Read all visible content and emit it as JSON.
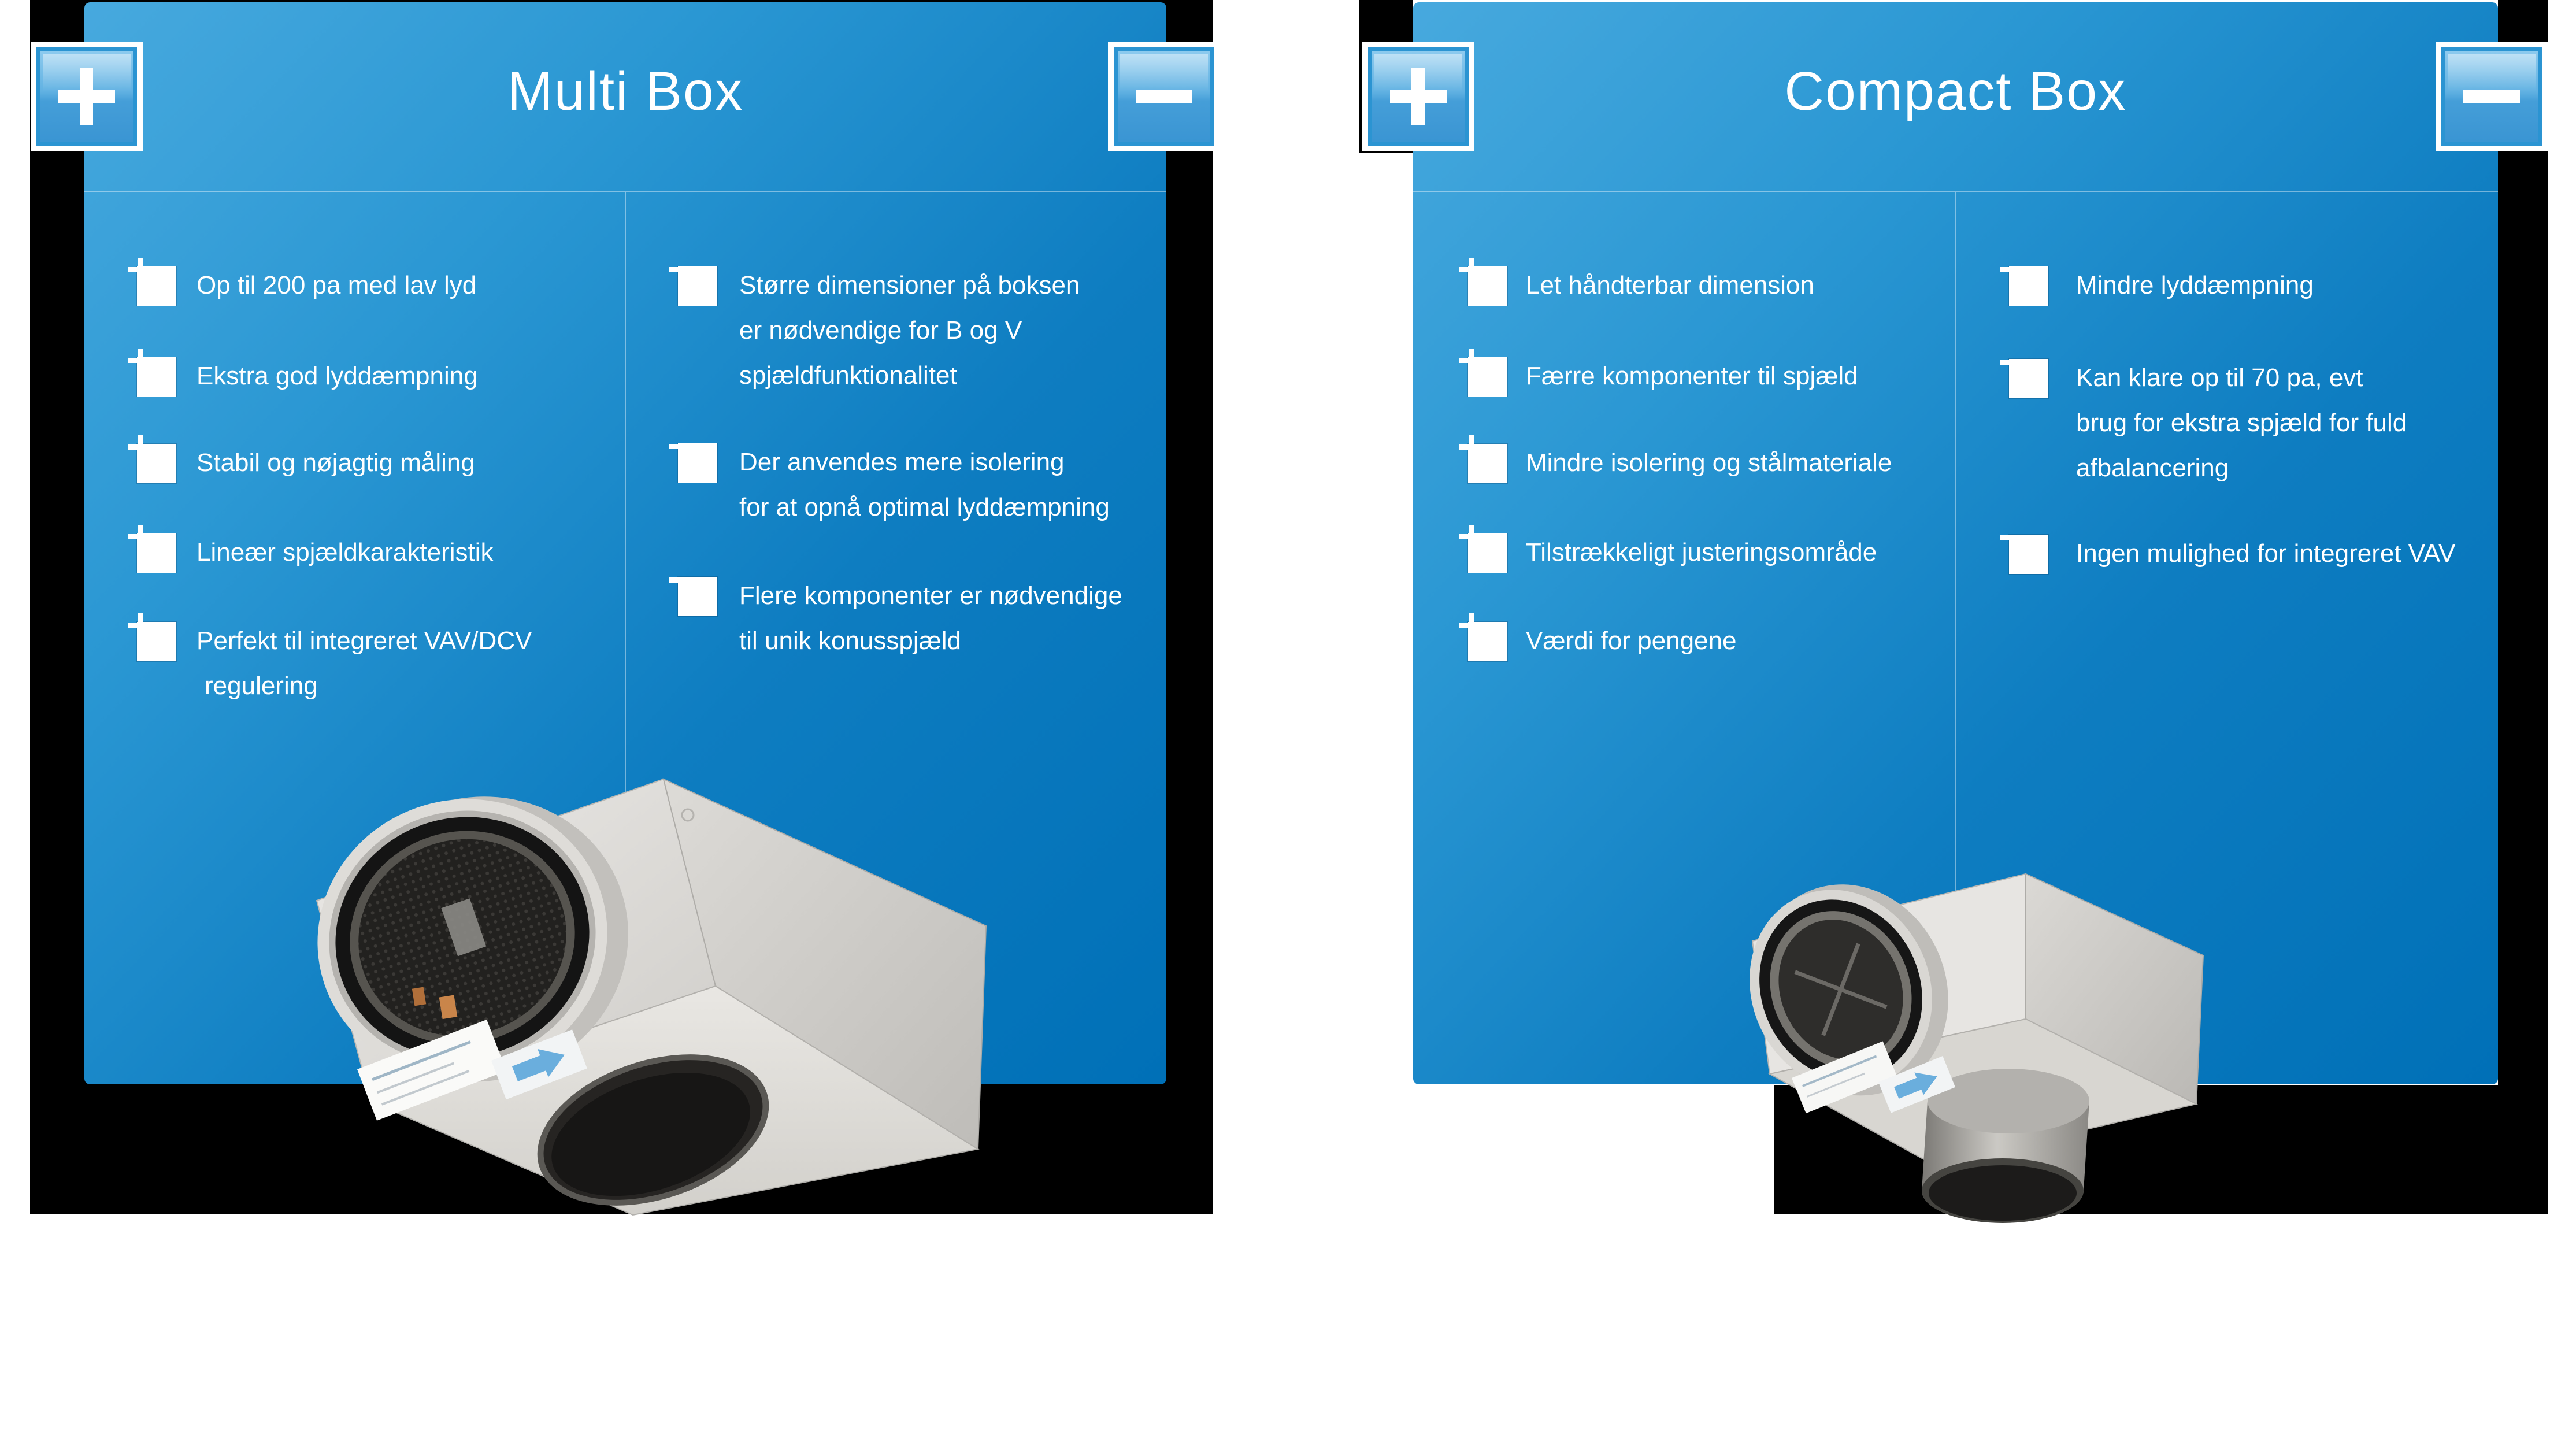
{
  "colors": {
    "card_gradient_start": "#47a9de",
    "card_gradient_end": "#0070b7",
    "backdrop": "#000000",
    "icon_blue": "#3f98d5",
    "icon_ring_blue": "#2b94d2",
    "text": "#ffffff",
    "divider": "rgba(255,255,255,0.42)",
    "page_background": "#ffffff",
    "product_metal": "#d6d4d0",
    "label_arrow_blue": "#6aaedd"
  },
  "icons": {
    "expand": "plus-icon",
    "collapse": "minus-icon",
    "pro_bullet": "plus-icon",
    "con_bullet": "minus-icon"
  },
  "cards": [
    {
      "title": "Multi Box",
      "pros": [
        [
          "Op til 200 pa med lav lyd"
        ],
        [
          "Ekstra god lyddæmpning"
        ],
        [
          "Stabil og nøjagtig måling"
        ],
        [
          "Lineær spjældkarakteristik"
        ],
        [
          "Perfekt til integreret VAV/DCV",
          "regulering"
        ]
      ],
      "cons": [
        [
          "Større dimensioner på boksen",
          "er nødvendige for B og V",
          "spjældfunktionalitet"
        ],
        [
          "Der anvendes mere isolering",
          "for at opnå optimal lyddæmpning"
        ],
        [
          "Flere komponenter er nødvendige",
          "til unik konusspjæld"
        ]
      ],
      "product_image": "multi-box-ventilation-unit"
    },
    {
      "title": "Compact Box",
      "pros": [
        [
          "Let håndterbar dimension"
        ],
        [
          "Færre komponenter til spjæld"
        ],
        [
          "Mindre isolering og stålmateriale"
        ],
        [
          "Tilstrækkeligt justeringsområde"
        ],
        [
          "Værdi for pengene"
        ]
      ],
      "cons": [
        [
          "Mindre lyddæmpning"
        ],
        [
          "Kan klare op til 70 pa, evt",
          "brug for ekstra spjæld for fuld",
          "afbalancering"
        ],
        [
          "Ingen mulighed for integreret VAV"
        ]
      ],
      "product_image": "compact-box-ventilation-unit"
    }
  ]
}
